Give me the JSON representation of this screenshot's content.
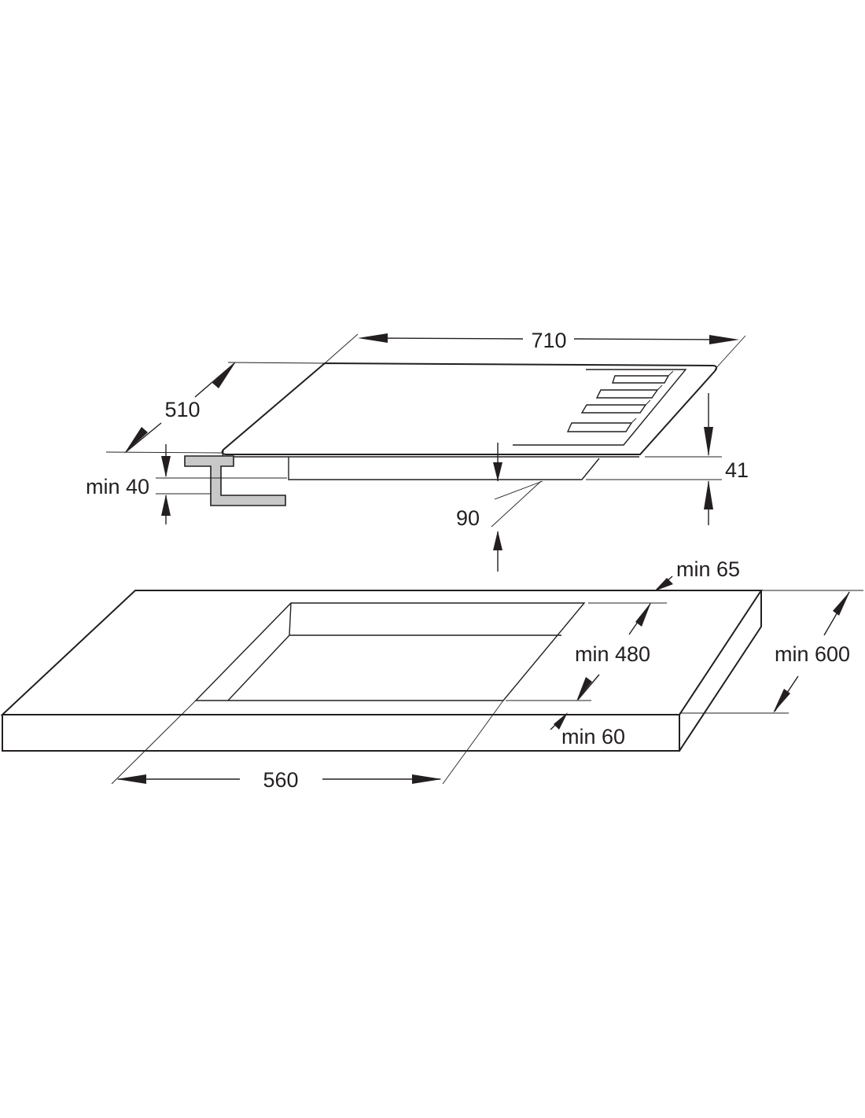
{
  "colors": {
    "line": "#231f20",
    "bracket_fill": "#c8c8c8",
    "background": "#ffffff"
  },
  "hob": {
    "width": "710",
    "depth": "510",
    "height": "41",
    "clearance_below": "90",
    "worktop_min_thickness": "min 40"
  },
  "worktop": {
    "cutout_width": "560",
    "cutout_depth": "min 480",
    "depth": "min 600",
    "back_distance": "min 65",
    "front_distance": "min 60"
  }
}
